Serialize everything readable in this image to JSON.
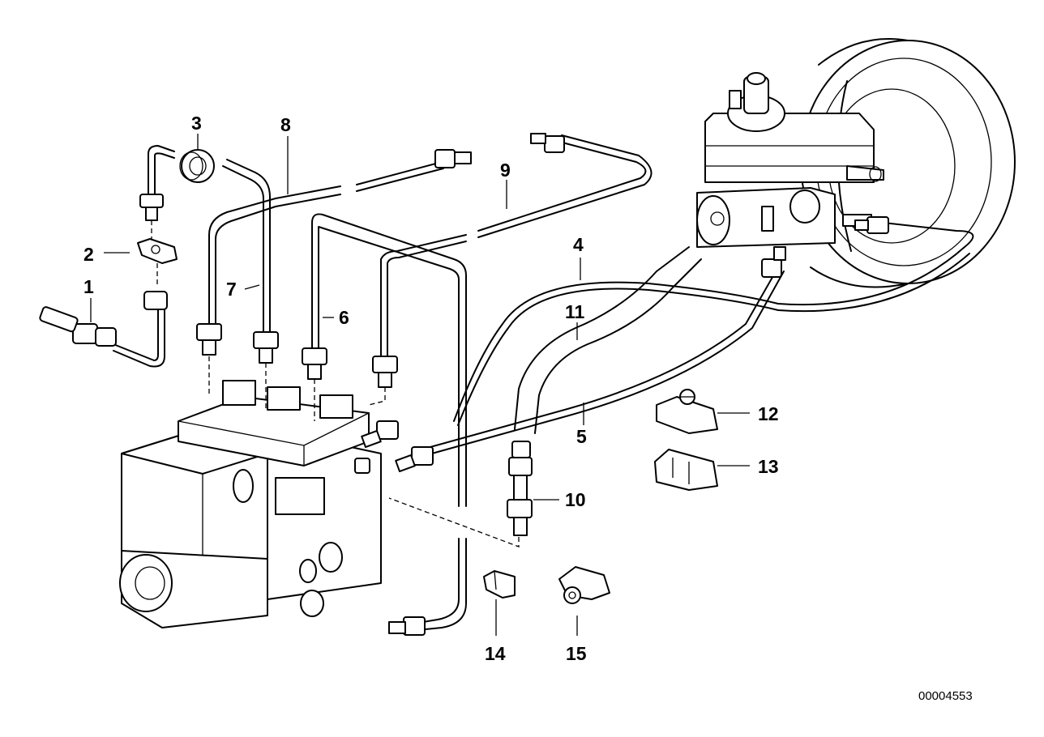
{
  "callouts": [
    {
      "id": "c1",
      "text": "1"
    },
    {
      "id": "c2",
      "text": "2"
    },
    {
      "id": "c3",
      "text": "3"
    },
    {
      "id": "c4",
      "text": "4"
    },
    {
      "id": "c5",
      "text": "5"
    },
    {
      "id": "c6",
      "text": "6"
    },
    {
      "id": "c7",
      "text": "7"
    },
    {
      "id": "c8",
      "text": "8"
    },
    {
      "id": "c9",
      "text": "9"
    },
    {
      "id": "c10",
      "text": "10"
    },
    {
      "id": "c11",
      "text": "11"
    },
    {
      "id": "c12",
      "text": "12"
    },
    {
      "id": "c13",
      "text": "13"
    },
    {
      "id": "c14",
      "text": "14"
    },
    {
      "id": "c15",
      "text": "15"
    }
  ],
  "diagram_code": "00004553"
}
